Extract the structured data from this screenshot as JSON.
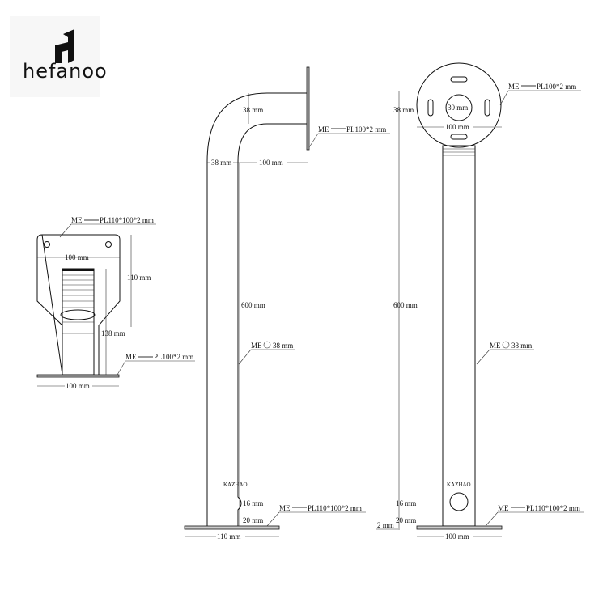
{
  "brand": {
    "name": "hefanoo"
  },
  "emblem": "KAZHAO",
  "front_view": {
    "top_plate_tag": "ME",
    "top_plate_spec": "PL110*100*2 mm",
    "plate_width": "100 mm",
    "plate_height": "110 mm",
    "height": "138 mm",
    "base_tag": "ME",
    "base_spec": "PL100*2 mm",
    "base_width": "100 mm"
  },
  "side_view": {
    "bend_height": "38 mm",
    "plate_tag": "ME",
    "plate_spec": "PL100*2 mm",
    "pipe_dia": "38 mm",
    "reach": "100 mm",
    "length": "600 mm",
    "pipe_tag": "ME",
    "pipe_spec": "38 mm",
    "dim_16": "16 mm",
    "dim_20": "20 mm",
    "base_tag": "ME",
    "base_spec": "PL110*100*2 mm",
    "base_width": "110 mm"
  },
  "rear_view": {
    "plate_tag": "ME",
    "plate_spec": "PL100*2 mm",
    "top_dim": "38 mm",
    "center_hole": "30 mm",
    "plate_dia": "100 mm",
    "length": "600 mm",
    "pipe_tag": "ME",
    "pipe_spec": "38 mm",
    "dim_16": "16 mm",
    "dim_20": "20 mm",
    "dim_2": "2 mm",
    "base_tag": "ME",
    "base_spec": "PL110*100*2 mm",
    "base_width": "100 mm"
  }
}
